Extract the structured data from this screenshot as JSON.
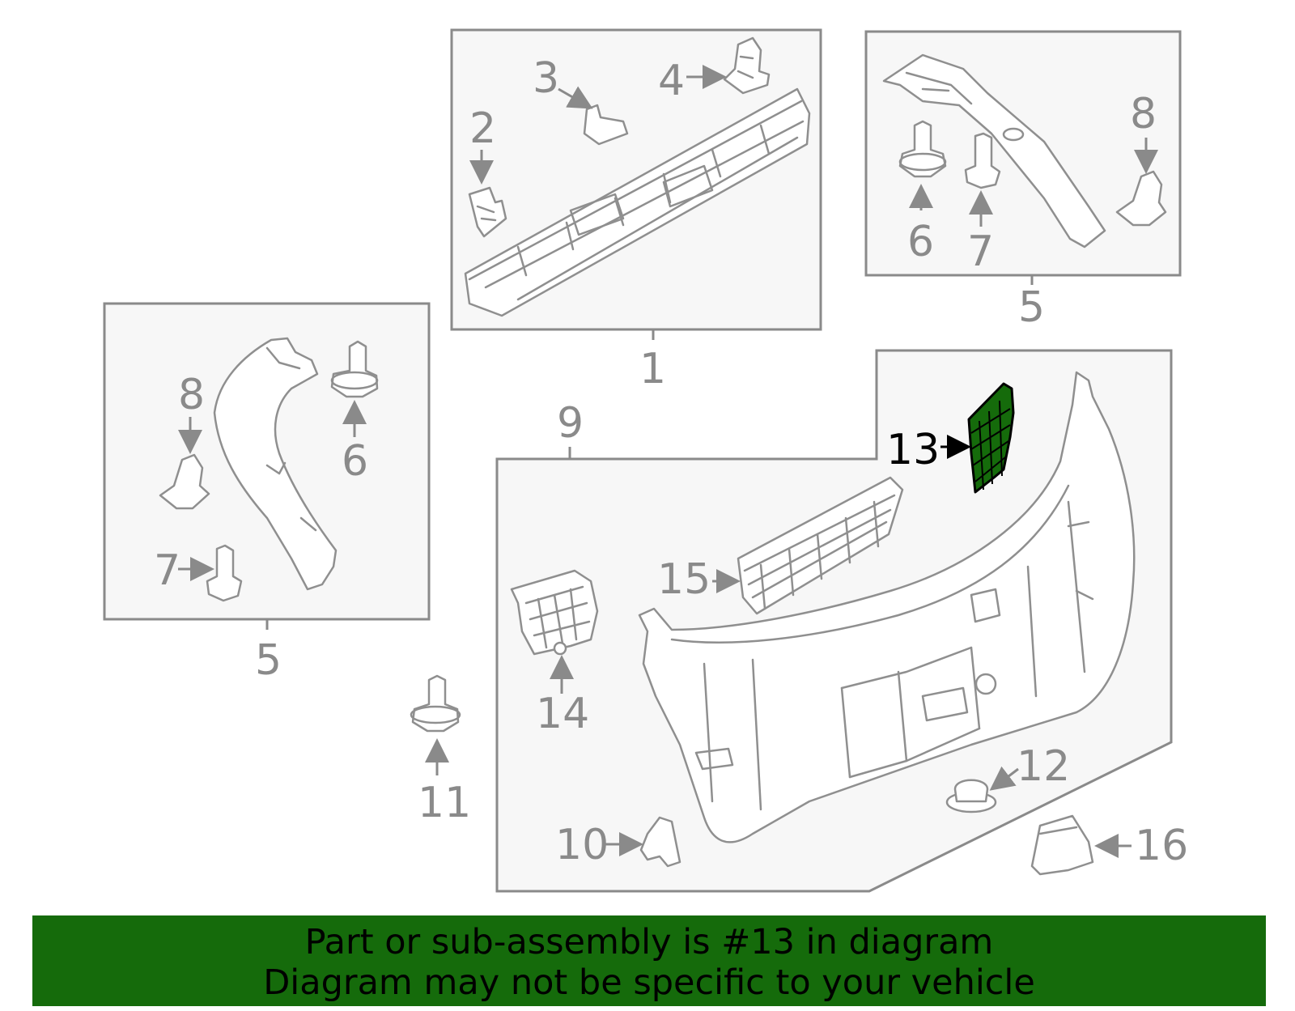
{
  "diagram": {
    "callouts": {
      "c1": "1",
      "c2": "2",
      "c3": "3",
      "c4": "4",
      "c5a": "5",
      "c5b": "5",
      "c6a": "6",
      "c6b": "6",
      "c7a": "7",
      "c7b": "7",
      "c8a": "8",
      "c8b": "8",
      "c9": "9",
      "c10": "10",
      "c11": "11",
      "c12": "12",
      "c13": "13",
      "c14": "14",
      "c15": "15",
      "c16": "16"
    },
    "highlighted_part": "13",
    "highlight_color": "#156b0b",
    "line_color": "#8a8a8a",
    "panel_fill": "#f7f7f7"
  },
  "banner": {
    "line1": "Part or sub-assembly is #13 in diagram",
    "line2": "Diagram may not be specific to your vehicle",
    "background": "#156b0b"
  }
}
